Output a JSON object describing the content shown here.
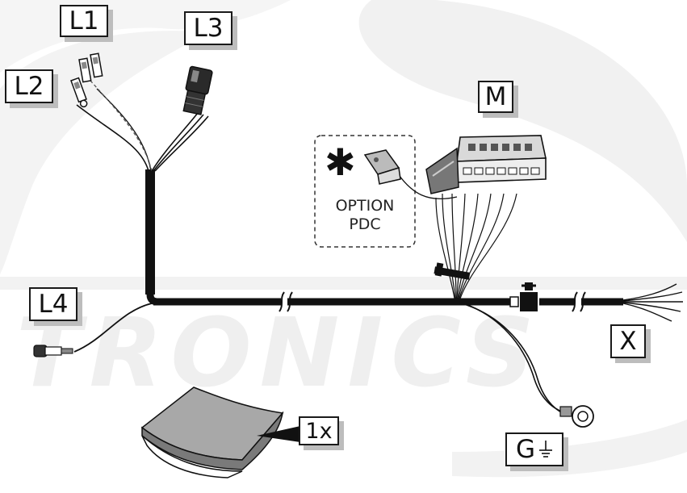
{
  "labels": {
    "l1": "L1",
    "l2": "L2",
    "l3": "L3",
    "l4": "L4",
    "m": "M",
    "x": "X",
    "g": "G",
    "qty": "1x"
  },
  "option_box": {
    "marker": "✱",
    "line1": "OPTION",
    "line2": "PDC"
  },
  "icons": {
    "ground": "ground-symbol-icon"
  },
  "colors": {
    "wire": "#111111",
    "label_border": "#1a1a1a",
    "label_shadow": "#bdbdbd",
    "watermark": "#eeeeee"
  }
}
